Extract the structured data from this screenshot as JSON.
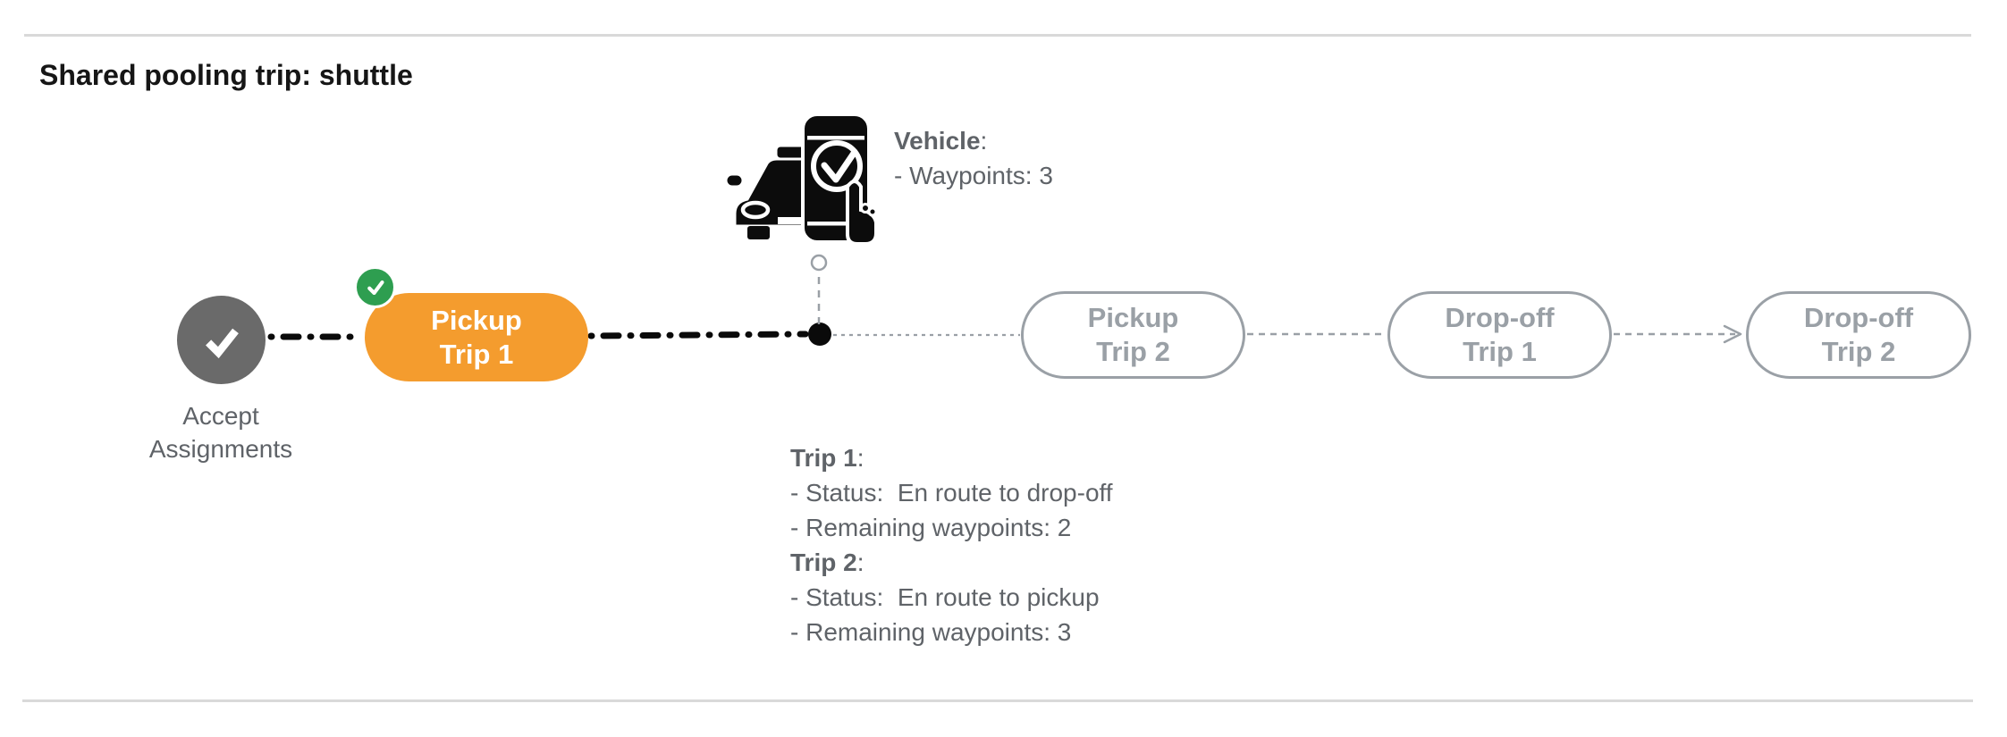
{
  "header": {
    "title": "Shared pooling trip: shuttle"
  },
  "vehicle_panel": {
    "heading": "Vehicle",
    "heading_suffix": ":",
    "waypoints_line": "- Waypoints: 3"
  },
  "timeline": {
    "accept": {
      "line1": "Accept",
      "line2": "Assignments"
    },
    "nodes": [
      {
        "line1": "Pickup",
        "line2": "Trip 1",
        "state": "current"
      },
      {
        "line1": "Pickup",
        "line2": "Trip 2",
        "state": "upcoming"
      },
      {
        "line1": "Drop-off",
        "line2": "Trip 1",
        "state": "upcoming"
      },
      {
        "line1": "Drop-off",
        "line2": "Trip 2",
        "state": "upcoming"
      }
    ]
  },
  "trip_status": {
    "entries": [
      {
        "label": "Trip 1",
        "suffix": ":",
        "lines": [
          "- Status:  En route to drop-off",
          "- Remaining waypoints: 2"
        ]
      },
      {
        "label": "Trip 2",
        "suffix": ":",
        "lines": [
          "- Status:  En route to pickup",
          "- Remaining waypoints: 3"
        ]
      }
    ]
  },
  "icons": {
    "vehicle": "car-with-phone-check-icon",
    "accept": "check-icon",
    "completed_badge": "check-icon"
  },
  "colors": {
    "accent_orange": "#F49C2E",
    "badge_green": "#2E9E50",
    "node_gray": "#6A6A6A",
    "pending_gray": "#9AA0A6",
    "text_gray": "#5F6368",
    "line_black": "#0A0A0A",
    "rule_gray": "#D9D9D9"
  }
}
